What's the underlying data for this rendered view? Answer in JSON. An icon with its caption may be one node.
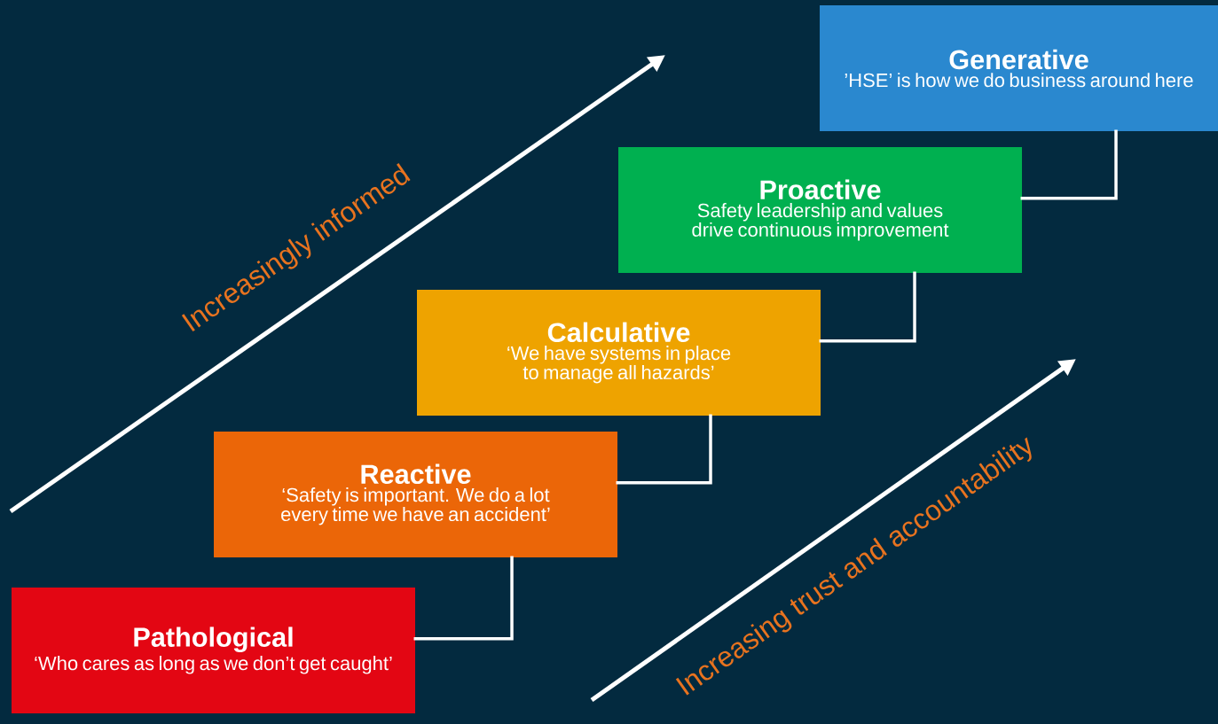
{
  "diagram": {
    "nodes": [
      {
        "text": [
          "Generative",
          "’HSE’ is how we do business around here"
        ]
      },
      {
        "text": [
          "Proactive",
          "Safety leadership and values drive continuous improvement"
        ]
      },
      {
        "text": [
          "Calculative",
          "‘We have systems in place to manage all hazards’"
        ]
      },
      {
        "text": [
          "Reactive",
          "‘Safety is important. We do a lot every time we have an accident’"
        ]
      },
      {
        "text": [
          "Pathological",
          "‘Who cares as long as we don’t get caught’"
        ]
      }
    ],
    "edges": [
      {
        "from": 4,
        "to": 3,
        "arrow": "none"
      },
      {
        "from": 3,
        "to": 2,
        "arrow": "none"
      },
      {
        "from": 2,
        "to": 1,
        "arrow": "none"
      },
      {
        "from": 1,
        "to": 0,
        "arrow": "none"
      }
    ],
    "labels": [
      "Increasingly informed",
      "Increasing trust and accountability"
    ]
  }
}
